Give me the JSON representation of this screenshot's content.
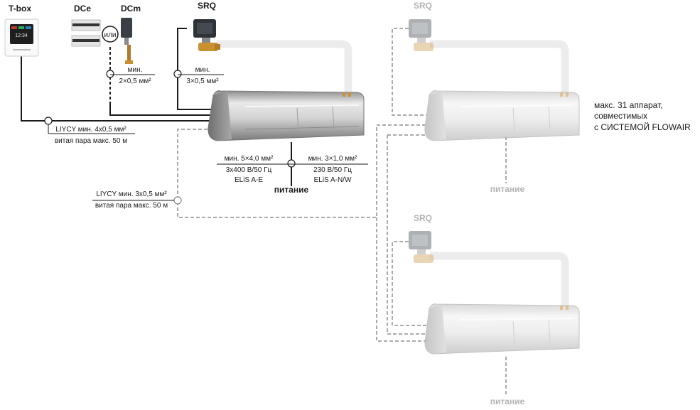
{
  "devices": {
    "tbox_label": "T-box",
    "dce_label": "DCe",
    "dcm_label": "DCm",
    "or_label": "или",
    "srq_label": "SRQ"
  },
  "cables": {
    "dcm_cable": {
      "line1": "мин.",
      "line2": "2×0,5 мм²"
    },
    "srq_cable": {
      "line1": "мин.",
      "line2": "3×0,5 мм²"
    },
    "tbox_cable": {
      "line1": "LIYCY мин. 4х0,5 мм²",
      "line2": "витая пара макс. 50 м"
    },
    "network_cable": {
      "line1": "LIYCY мин. 3х0,5 мм²",
      "line2": "витая пара макс. 50 м"
    },
    "power_e": {
      "line1": "мин. 5×4,0 мм²",
      "line2": "3х400 В/50 Гц",
      "line3": "ELiS A-E"
    },
    "power_nw": {
      "line1": "мин. 3×1,0 мм²",
      "line2": "230 В/50 Гц",
      "line3": "ELiS A-N/W"
    }
  },
  "power_label": "питание",
  "max_note": {
    "line1": "макс. 31 аппарат,",
    "line2": "совместимых",
    "line3": "с СИСТЕМОЙ FLOWAIR"
  },
  "colors": {
    "dark": "#1a1a1a",
    "faded": "#b3b3b3",
    "dashed": "#aaaaaa",
    "pipe": "#ededed"
  }
}
